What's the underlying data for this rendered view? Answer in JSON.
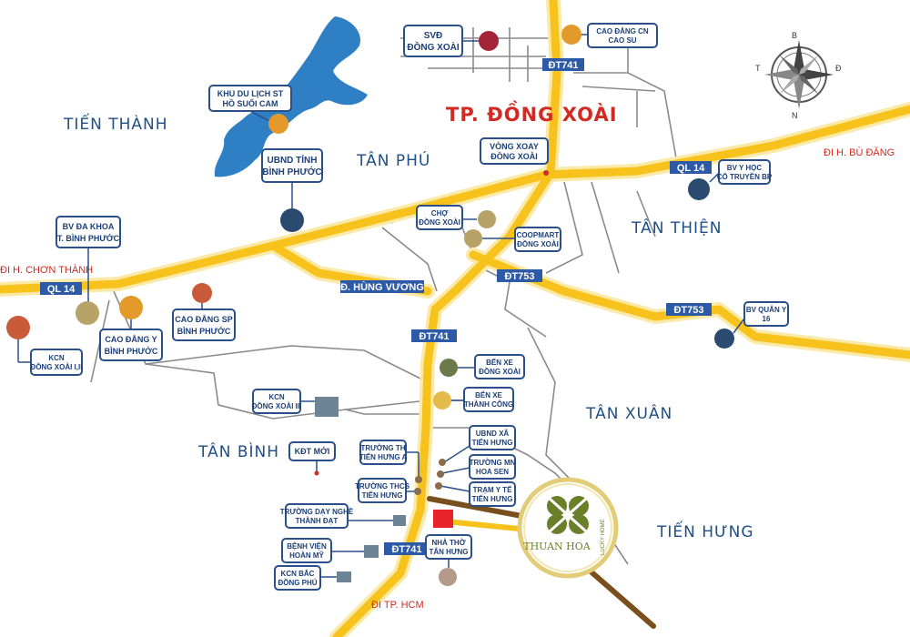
{
  "map": {
    "city": "TP. ĐỒNG XOÀI",
    "areas": {
      "tien_thanh": "TIẾN THÀNH",
      "tan_phu": "TÂN PHÚ",
      "tan_thien": "TÂN THIỆN",
      "tan_xuan": "TÂN XUÂN",
      "tan_binh": "TÂN BÌNH",
      "tien_hung": "TIẾN HƯNG"
    },
    "directions": {
      "bu_dang": "ĐI H. BÙ ĐĂNG",
      "chon_thanh": "ĐI H. CHƠN THÀNH",
      "tp_hcm": "ĐI TP. HCM"
    },
    "roads": {
      "dt741_top": "ĐT741",
      "ql14_right": "QL 14",
      "ql14_left": "QL 14",
      "hung_vuong": "Đ. HÙNG VƯƠNG",
      "dt753_a": "ĐT753",
      "dt753_b": "ĐT753",
      "dt741_mid": "ĐT741",
      "dt741_bottom": "ĐT741"
    },
    "compass": {
      "n": "B",
      "s": "N",
      "w": "T",
      "e": "Đ"
    },
    "logo": {
      "main": "THUAN HOA",
      "sub": "LUCKY HOME"
    },
    "colors": {
      "road": "#f7c21b",
      "road_glow": "#fbe9a7",
      "river": "#2e7fc4",
      "poi_border": "#2a4f8a",
      "poi_text": "#1d3f78",
      "accent_red": "#d22a22",
      "project_road": "#7a4f1e",
      "logo_green": "#6a7f2a"
    },
    "pois": {
      "svd": [
        "SVĐ",
        "ĐỒNG XOÀI"
      ],
      "cd_cao_su": [
        "CAO ĐẲNG CN",
        "CAO SU"
      ],
      "ho_suoi_cam": [
        "KHU DU LỊCH ST",
        "HỒ SUỐI CAM"
      ],
      "vong_xoay": [
        "VÒNG XOAY",
        "ĐỒNG XOÀI"
      ],
      "ubnd_tinh": [
        "UBND TỈNH",
        "BÌNH PHƯỚC"
      ],
      "bv_y_hoc": [
        "BV Y HỌC",
        "CỔ TRUYỀN BP"
      ],
      "cho": [
        "CHỢ",
        "ĐỒNG XOÀI"
      ],
      "coopmart": [
        "COOPMART",
        "ĐỒNG XOÀI"
      ],
      "bv_da_khoa": [
        "BV ĐA KHOA",
        "T. BÌNH PHƯỚC"
      ],
      "cd_sp": [
        "CAO ĐẲNG SP",
        "BÌNH PHƯỚC"
      ],
      "bv_quan_y": [
        "BV QUÂN Y",
        "16"
      ],
      "cd_y": [
        "CAO ĐẲNG Y",
        "BÌNH PHƯỚC"
      ],
      "kcn_12": [
        "KCN",
        "ĐỒNG XOÀI I,II"
      ],
      "ben_xe_dx": [
        "BẾN XE",
        "ĐỒNG XOÀI"
      ],
      "kcn_3": [
        "KCN",
        "ĐỒNG XOÀI III"
      ],
      "ben_xe_tc": [
        "BẾN XE",
        "THÀNH CÔNG"
      ],
      "kdt_moi": [
        "KĐT MỚI"
      ],
      "ubnd_xa": [
        "UBND XÃ",
        "TIẾN HƯNG"
      ],
      "th_tien_hung": [
        "TRƯỜNG TH",
        "TIẾN HƯNG A"
      ],
      "mn_hoa_sen": [
        "TRƯỜNG MN",
        "HOA SEN"
      ],
      "thcs": [
        "TRƯỜNG THCS",
        "TIẾN HƯNG"
      ],
      "tram_y_te": [
        "TRẠM Y TẾ",
        "TIẾN HƯNG"
      ],
      "day_nghe": [
        "TRƯỜNG DẠY NGHỀ",
        "THÀNH ĐẠT"
      ],
      "bv_hoan_my": [
        "BỆNH VIỆN",
        "HOÀN MỸ"
      ],
      "kcn_bac": [
        "KCN BẮC",
        "ĐỒNG PHÚ"
      ],
      "nha_tho": [
        "NHÀ THỜ",
        "TÂN HƯNG"
      ]
    }
  }
}
